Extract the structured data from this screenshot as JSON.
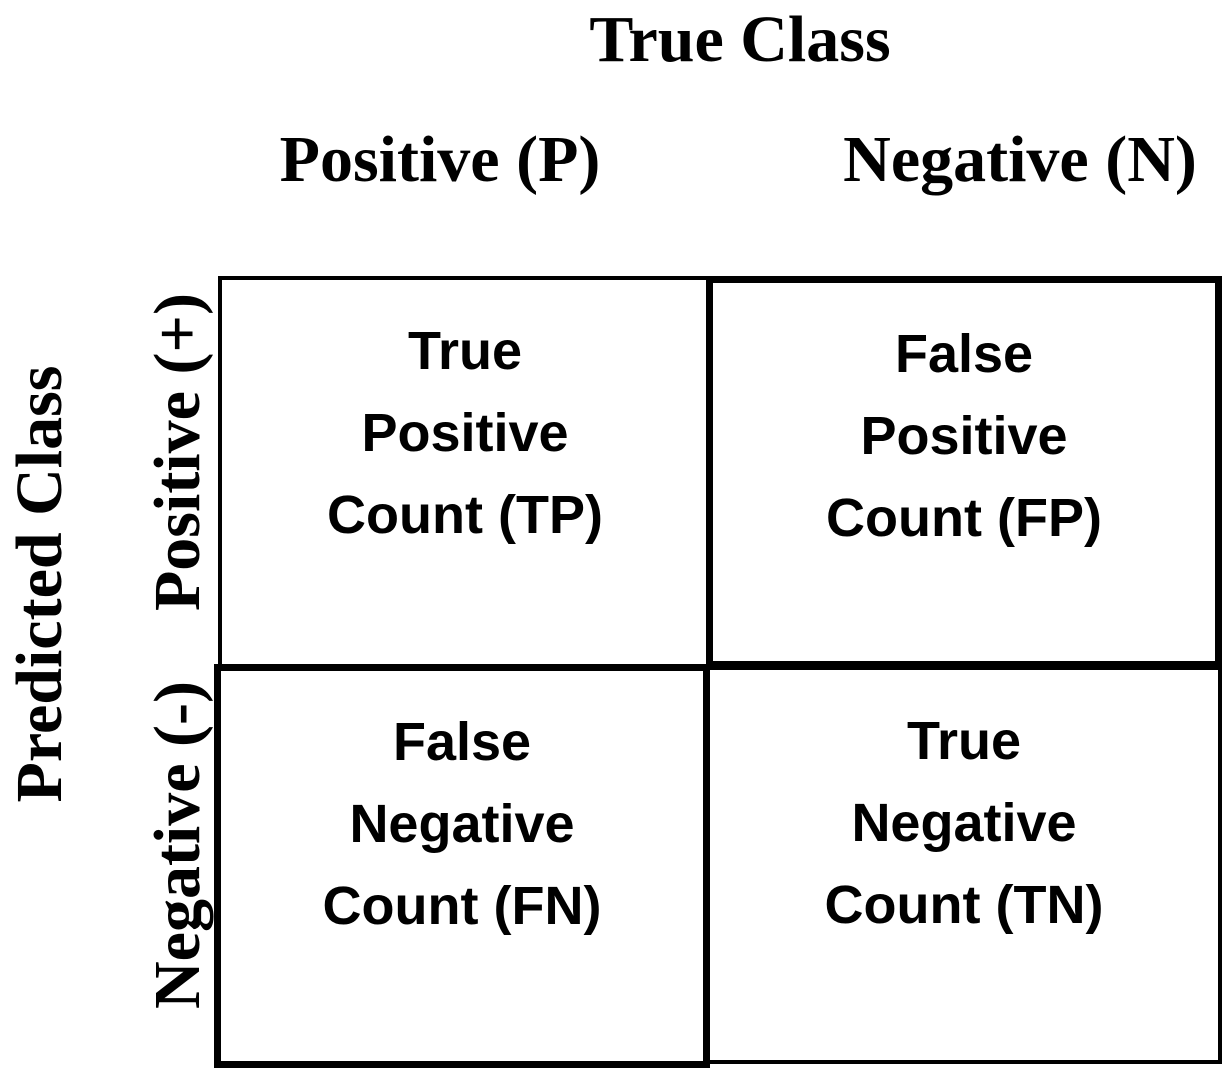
{
  "top_title": "True Class",
  "side_title": "Predicted Class",
  "columns": [
    {
      "label": "Positive (P)"
    },
    {
      "label": "Negative (N)"
    }
  ],
  "rows": [
    {
      "label": "Positive (+)"
    },
    {
      "label": "Negative (-)"
    }
  ],
  "cells": {
    "tp": {
      "line1": "True",
      "line2": "Positive",
      "line3": "Count (TP)"
    },
    "fp": {
      "line1": "False",
      "line2": "Positive",
      "line3": "Count (FP)"
    },
    "fn": {
      "line1": "False",
      "line2": "Negative",
      "line3": "Count (FN)"
    },
    "tn": {
      "line1": "True",
      "line2": "Negative",
      "line3": "Count (TN)"
    }
  }
}
